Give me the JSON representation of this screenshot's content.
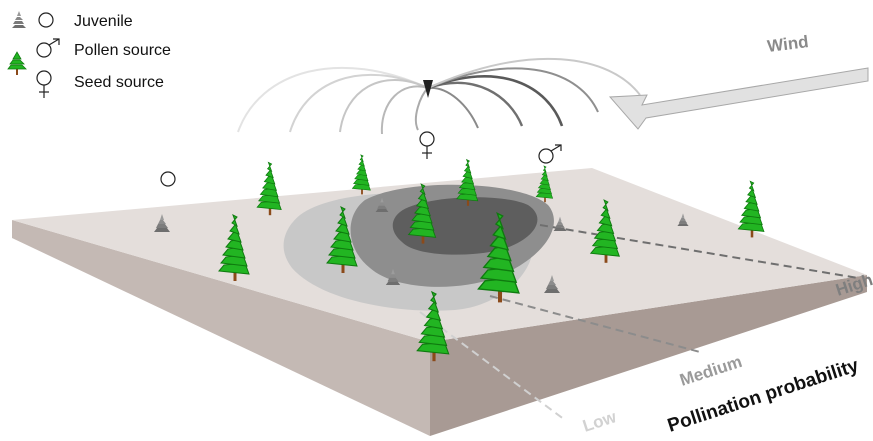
{
  "legend": {
    "items": [
      {
        "label": "Juvenile",
        "symbol": "circle"
      },
      {
        "label": "Pollen source",
        "symbol": "male-symbol"
      },
      {
        "label": "Seed source",
        "symbol": "female-symbol"
      }
    ]
  },
  "wind": {
    "label": "Wind"
  },
  "probability": {
    "title": "Pollination probability",
    "levels": {
      "high": "High",
      "medium": "Medium",
      "low": "Low"
    }
  },
  "colors": {
    "plate_top": "#e4dedb",
    "plate_front": "#c4b9b4",
    "plate_side": "#a89a94",
    "zone_low": "#c8c8c8",
    "zone_medium": "#8e8e8e",
    "zone_high": "#5e5e5e",
    "tree_foliage": "#22b522",
    "tree_outline": "#0f7a0f",
    "trunk": "#8b4a1a",
    "juvenile": "#6e6e6e"
  }
}
